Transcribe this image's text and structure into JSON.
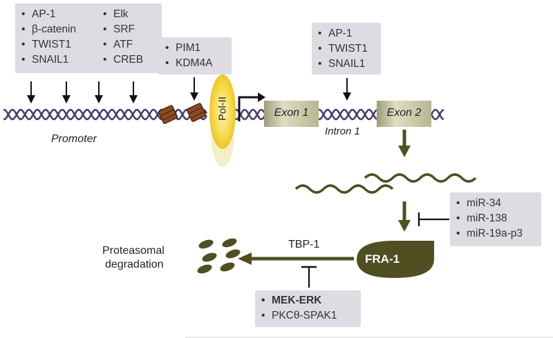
{
  "promoter_factors": {
    "col1": [
      "AP-1",
      "β-catenin",
      "TWIST1",
      "SNAIL1"
    ],
    "col2": [
      "Elk",
      "SRF",
      "ATF",
      "CREB"
    ]
  },
  "chromatin_factors": [
    "PIM1",
    "KDM4A"
  ],
  "intron_factors": [
    "AP-1",
    "TWIST1",
    "SNAIL1"
  ],
  "mirnas": [
    "miR-34",
    "miR-138",
    "miR-19a-p3"
  ],
  "kinases": [
    "MEK-ERK",
    "PKCθ-SPAK1"
  ],
  "labels": {
    "promoter": "Promoter",
    "pol2": "Pol-II",
    "exon1": "Exon 1",
    "exon2": "Exon 2",
    "intron1": "Intron 1",
    "fra1": "FRA-1",
    "tbp1": "TBP-1",
    "proteasomal_line1": "Proteasomal",
    "proteasomal_line2": "degradation"
  },
  "colors": {
    "dna": "#4a3f6b",
    "exon": "#c9c8a8",
    "olive": "#4f4f22",
    "nucleosome": "#8b4a22",
    "pol2": "#f2d33c",
    "box_bg": "#dedbe3"
  }
}
